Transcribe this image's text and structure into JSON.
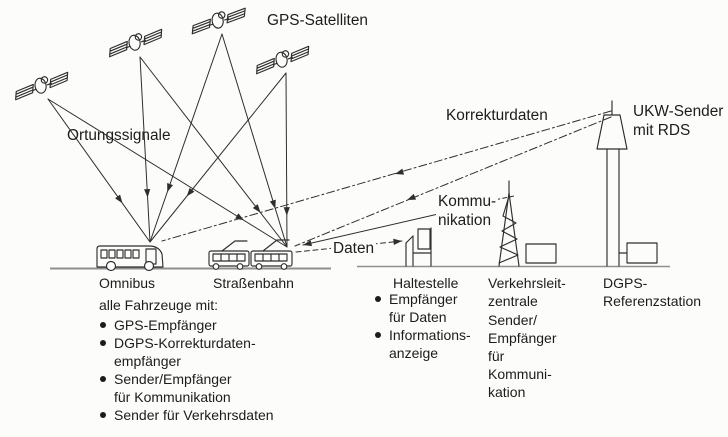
{
  "colors": {
    "bg": "#fcfcfa",
    "ink": "#2e2e2e",
    "text": "#1c1c1c",
    "ground": "#8f8f8f"
  },
  "diagram": {
    "labels": {
      "gps_satellites": "GPS-Satelliten",
      "ortungssignale": "Ortungssignale",
      "korrekturdaten": "Korrekturdaten",
      "ukw_sender": "UKW-Sender\nmit RDS",
      "kommunikation": "Kommu-\nnikation",
      "daten": "Daten",
      "omnibus": "Omnibus",
      "strassenbahn": "Straßenbahn",
      "haltestelle": "Haltestelle",
      "verkehrsleitzentrale": "Verkehrsleit-\nzentrale",
      "dgps_referenzstation": "DGPS-\nReferenzstation"
    },
    "vehicles_equipment": {
      "heading": "alle Fahrzeuge mit:",
      "items": [
        "GPS-Empfänger",
        "DGPS-Korrekturdaten-\nempfänger",
        "Sender/Empfänger\nfür Kommunikation",
        "Sender für Verkehrsdaten"
      ]
    },
    "haltestelle_equipment": {
      "items": [
        "Empfänger\nfür Daten",
        "Informations-\nanzeige"
      ]
    },
    "verkehrsleitzentrale_equipment": "Sender/\nEmpfänger\nfür\nKommuni-\nkation",
    "icons": {
      "satellite-icon": "svg-outline satellite with solar panels",
      "bus-icon": "svg-outline city bus",
      "tram-icon": "svg-outline two-car tram with pantographs",
      "bus-stop-icon": "svg-outline stop sign and shelter",
      "lattice-tower-icon": "svg-outline radio lattice mast",
      "radio-mast-icon": "svg-outline UKW antenna mast",
      "station-building-icon": "svg-outline equipment box"
    },
    "links": [
      {
        "from": "gps-satellites",
        "to": "omnibus",
        "style": "solid-arrows",
        "label": "Ortungssignale"
      },
      {
        "from": "gps-satellites",
        "to": "strassenbahn",
        "style": "solid-arrows",
        "label": "Ortungssignale"
      },
      {
        "from": "ukw-sender",
        "to": "omnibus",
        "style": "dash-dot-arrow",
        "label": "Korrekturdaten"
      },
      {
        "from": "ukw-sender",
        "to": "strassenbahn",
        "style": "dash-dot-arrow",
        "label": "Korrekturdaten"
      },
      {
        "from": "strassenbahn",
        "to": "haltestelle",
        "style": "solid-double-arrow",
        "label": "Kommunikation"
      },
      {
        "from": "kommunikation-label",
        "to": "verkehrsleitzentrale",
        "style": "dashed",
        "label": ""
      },
      {
        "from": "strassenbahn",
        "to": "haltestelle",
        "style": "dashed-arrow",
        "label": "Daten"
      }
    ]
  }
}
